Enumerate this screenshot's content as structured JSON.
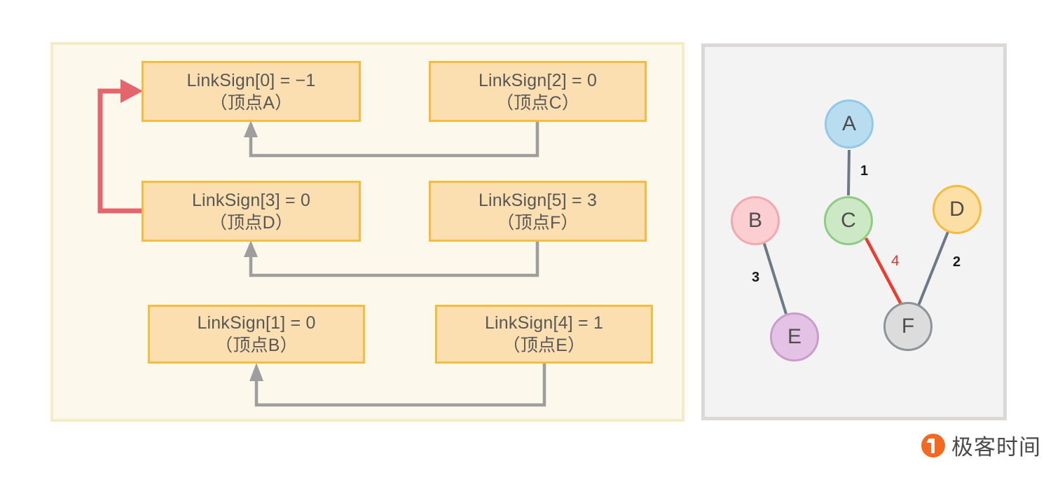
{
  "panels": {
    "left": {
      "background": "#fcf9ec",
      "border": "#f4ecc4"
    },
    "right": {
      "background": "#f3f3f3",
      "border": "#dcd8d6"
    }
  },
  "linksign_boxes": [
    {
      "id": "a",
      "index": 0,
      "line1": "LinkSign[0] = −1",
      "line2": "（顶点A）",
      "vertex": "A"
    },
    {
      "id": "c",
      "index": 2,
      "line1": "LinkSign[2] = 0",
      "line2": "（顶点C）",
      "vertex": "C"
    },
    {
      "id": "d",
      "index": 3,
      "line1": "LinkSign[3] = 0",
      "line2": "（顶点D）",
      "vertex": "D"
    },
    {
      "id": "f",
      "index": 5,
      "line1": "LinkSign[5] = 3",
      "line2": "（顶点F）",
      "vertex": "F"
    },
    {
      "id": "b",
      "index": 1,
      "line1": "LinkSign[1] = 0",
      "line2": "（顶点B）",
      "vertex": "B"
    },
    {
      "id": "e",
      "index": 4,
      "line1": "LinkSign[4] = 1",
      "line2": "（顶点E）",
      "vertex": "E"
    }
  ],
  "box_colors": {
    "fill": "#fcdfb0",
    "border": "#f6bc3f",
    "text": "#575757"
  },
  "connectors": [
    {
      "name": "d-to-a",
      "from": "box-d",
      "to": "box-a",
      "color": "#e4656b",
      "style": "highlighted"
    },
    {
      "name": "c-to-a",
      "from": "box-c",
      "to": "box-a",
      "color": "#9e9e9e",
      "style": "normal"
    },
    {
      "name": "f-to-d",
      "from": "box-f",
      "to": "box-d",
      "color": "#9e9e9e",
      "style": "normal"
    },
    {
      "name": "e-to-b",
      "from": "box-e",
      "to": "box-b",
      "color": "#9e9e9e",
      "style": "normal"
    }
  ],
  "graph": {
    "nodes": [
      {
        "id": "A",
        "label": "A",
        "fill": "#b8dcf0",
        "stroke": "#94c9e6"
      },
      {
        "id": "B",
        "label": "B",
        "fill": "#fbcfd1",
        "stroke": "#f2a9ad"
      },
      {
        "id": "C",
        "label": "C",
        "fill": "#cce8c4",
        "stroke": "#8ecb85"
      },
      {
        "id": "D",
        "label": "D",
        "fill": "#fcdfa5",
        "stroke": "#f5bb3e"
      },
      {
        "id": "E",
        "label": "E",
        "fill": "#e4c2e6",
        "stroke": "#c99ccd"
      },
      {
        "id": "F",
        "label": "F",
        "fill": "#dcdcdc",
        "stroke": "#8c9499"
      }
    ],
    "edges": [
      {
        "from": "A",
        "to": "C",
        "weight": "1",
        "color": "#6b7a85",
        "highlighted": false
      },
      {
        "from": "D",
        "to": "F",
        "weight": "2",
        "color": "#6b7a85",
        "highlighted": false
      },
      {
        "from": "B",
        "to": "E",
        "weight": "3",
        "color": "#6b7a85",
        "highlighted": false
      },
      {
        "from": "C",
        "to": "F",
        "weight": "4",
        "color": "#ef3b2c",
        "highlighted": true
      }
    ]
  },
  "logo": {
    "text": "极客时间",
    "mark_color": "#f4691f"
  }
}
